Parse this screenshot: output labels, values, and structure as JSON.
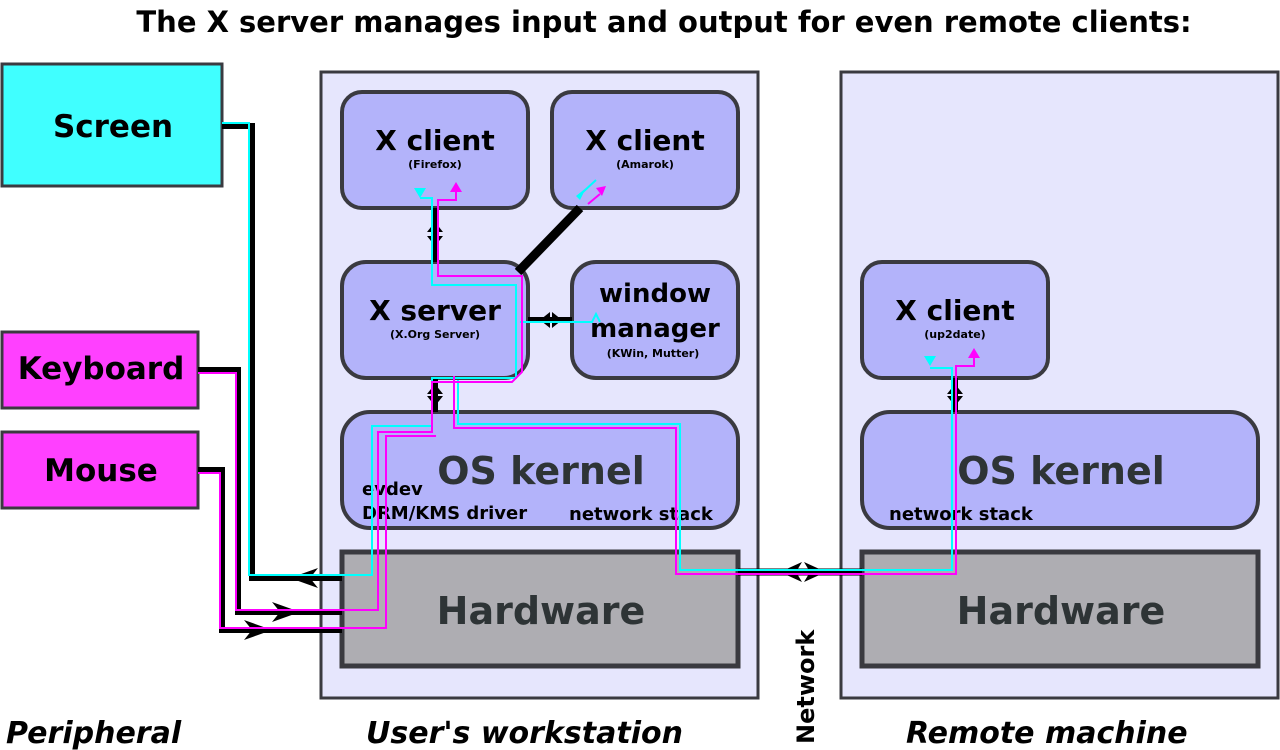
{
  "title": "The X server manages input and output for even remote clients:",
  "colors": {
    "screen": "#40ffff",
    "input_device": "#ff40ff",
    "machine_bg": "#e6e6fd",
    "component": "#b3b3fa",
    "hardware": "#aeadb2",
    "border": "#3a3a40",
    "output_line": "#00ffff",
    "input_line": "#ff00ff",
    "connector": "#000000",
    "dark_text": "#2e3436"
  },
  "peripherals": {
    "screen": "Screen",
    "keyboard": "Keyboard",
    "mouse": "Mouse"
  },
  "workstation": {
    "client1": {
      "title": "X client",
      "subtitle": "(Firefox)"
    },
    "client2": {
      "title": "X client",
      "subtitle": "(Amarok)"
    },
    "xserver": {
      "title": "X server",
      "subtitle": "(X.Org Server)"
    },
    "wm": {
      "title_line1": "window",
      "title_line2": "manager",
      "subtitle": "(KWin, Mutter)"
    },
    "kernel": {
      "title": "OS kernel",
      "evdev": "evdev",
      "drm": "DRM/KMS driver",
      "netstack": "network stack"
    },
    "hardware": "Hardware"
  },
  "remote": {
    "client": {
      "title": "X client",
      "subtitle": "(up2date)"
    },
    "kernel": {
      "title": "OS kernel",
      "netstack": "network stack"
    },
    "hardware": "Hardware"
  },
  "network_label": "Network",
  "captions": {
    "peripheral": "Peripheral",
    "workstation": "User's workstation",
    "remote": "Remote machine"
  }
}
